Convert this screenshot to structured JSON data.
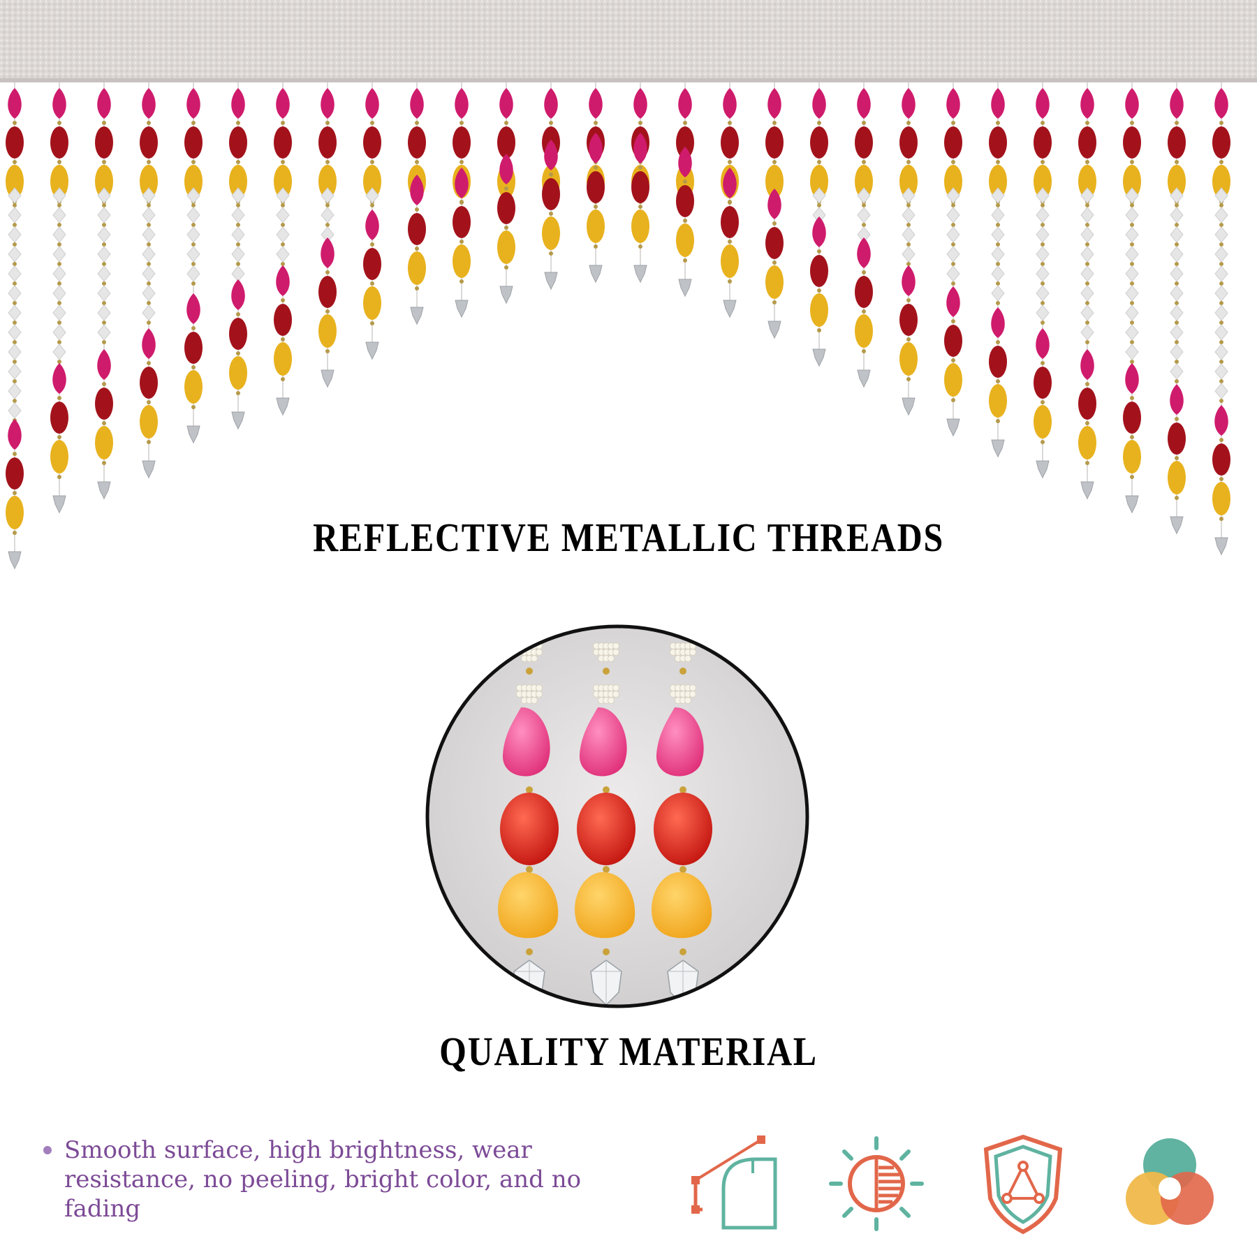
{
  "headings": {
    "top": "REFLECTIVE METALLIC THREADS",
    "bottom": "QUALITY MATERIAL"
  },
  "feature": {
    "bullet_text": "Smooth surface, high brightness, wear resistance, no peeling, bright color, and no fading"
  },
  "icons": [
    "corner-shape-icon",
    "sun-dial-icon",
    "shield-triangle-icon",
    "color-circles-icon"
  ],
  "colors": {
    "pink": "#cf1b6c",
    "red": "#a3121b",
    "yellow": "#e8b21e",
    "white_bead": "#e6e6e6",
    "crystal": "#bfc2c6",
    "band": "#dcd8d6",
    "bullet_text": "#7c4a96",
    "icon_orange": "#e2674a",
    "icon_teal": "#5fb3a0",
    "icon_yellow": "#f0b84a"
  }
}
